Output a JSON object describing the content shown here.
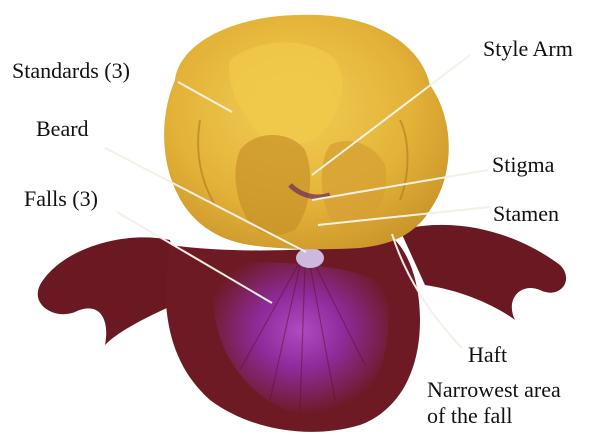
{
  "labels": {
    "standards": "Standards (3)",
    "style_arm": "Style Arm",
    "beard": "Beard",
    "stigma": "Stigma",
    "falls": "Falls (3)",
    "stamen": "Stamen",
    "haft": "Haft",
    "haft_note_line1": "Narrowest area",
    "haft_note_line2": "of the fall"
  },
  "colors": {
    "standards": "#e8b93a",
    "standards_shadow": "#c9922a",
    "falls": "#6e1a24",
    "falls_center": "#9b2fa6",
    "beard": "#d8c4e8",
    "leader_line": "#f4f0e6"
  }
}
